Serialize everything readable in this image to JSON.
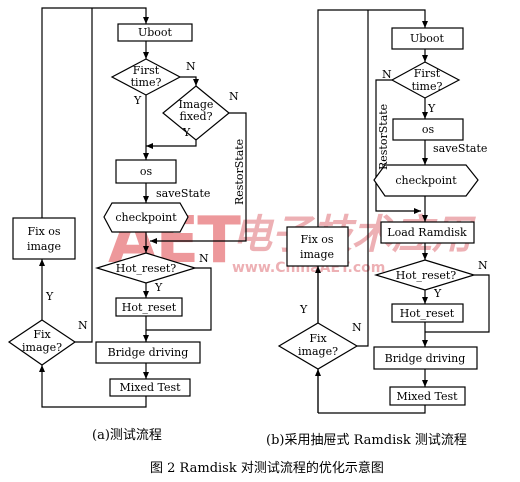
{
  "left": {
    "uboot": "Uboot",
    "first_time": [
      "First",
      "time?"
    ],
    "image_fixed": [
      "Image",
      "fixed?"
    ],
    "os": "os",
    "save_state": "saveState",
    "checkpoint": "checkpoint",
    "hot_reset_q": "Hot_reset?",
    "hot_reset": "Hot_reset",
    "bridge": "Bridge driving",
    "mixed": "Mixed Test",
    "fix_os": [
      "Fix os",
      "image"
    ],
    "fix_image": [
      "Fix",
      "image?"
    ],
    "restor_state": "RestorState",
    "n": "N",
    "y": "Y",
    "caption": "(a)测试流程"
  },
  "right": {
    "uboot": "Uboot",
    "first_time": [
      "First",
      "time?"
    ],
    "os": "os",
    "save_state": "saveState",
    "checkpoint": "checkpoint",
    "load_ramdisk": "Load Ramdisk",
    "hot_reset_q": "Hot_reset?",
    "hot_reset": "Hot_reset",
    "bridge": "Bridge driving",
    "mixed": "Mixed Test",
    "fix_os": [
      "Fix os",
      "image"
    ],
    "fix_image": [
      "Fix",
      "image?"
    ],
    "restor_state": "RestorState",
    "n": "N",
    "y": "Y",
    "caption": "(b)采用抽屉式 Ramdisk 测试流程"
  },
  "figure_caption": "图 2   Ramdisk 对测试流程的优化示意图",
  "watermark": "AET 电子技术应用 www.ChinaAET.com",
  "colors": {
    "line": "#000000",
    "watermark": "#e0454a"
  }
}
